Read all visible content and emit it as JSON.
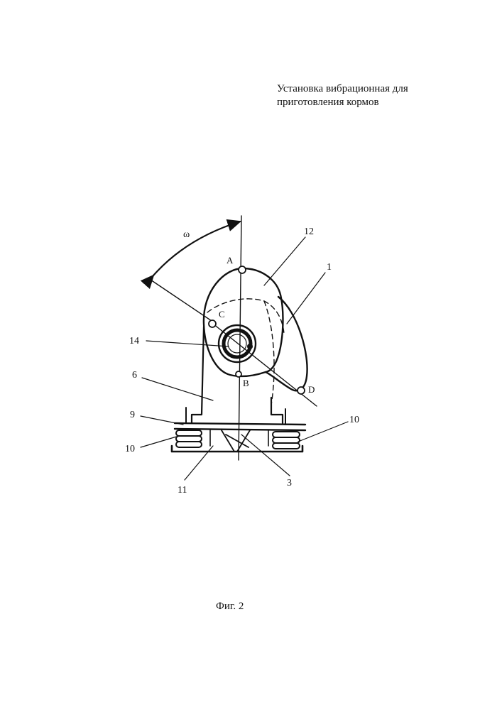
{
  "document": {
    "title_line1": "Установка вибрационная для",
    "title_line2": "приготовления кормов",
    "caption": "Фиг. 2"
  },
  "figure": {
    "omega": "ω",
    "points": {
      "A": "A",
      "B": "B",
      "C": "C",
      "D": "D"
    },
    "labels": {
      "n1": "1",
      "n3": "3",
      "n6": "6",
      "n9": "9",
      "n10_left": "10",
      "n10_right": "10",
      "n11": "11",
      "n12": "12",
      "n14": "14"
    }
  }
}
